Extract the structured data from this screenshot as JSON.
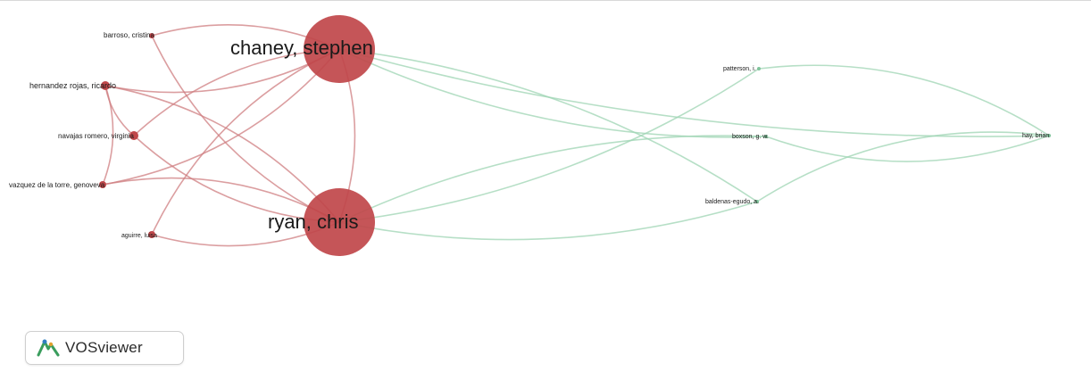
{
  "network": {
    "colors": {
      "cluster_red": "#c0474a",
      "cluster_green": "#7fc49b",
      "edge_red": "#cf7d80",
      "edge_green": "#9ed4b3"
    },
    "nodes": [
      {
        "id": "chaney",
        "label": "chaney, stephen",
        "cluster": "red",
        "weight": "major"
      },
      {
        "id": "ryan",
        "label": "ryan, chris",
        "cluster": "red",
        "weight": "major"
      },
      {
        "id": "barroso",
        "label": "barroso, cristina",
        "cluster": "red",
        "weight": "minor"
      },
      {
        "id": "hernandez",
        "label": "hernandez rojas, ricardo",
        "cluster": "red",
        "weight": "minor"
      },
      {
        "id": "navajas",
        "label": "navajas romero, virginia",
        "cluster": "red",
        "weight": "minor"
      },
      {
        "id": "vazquez",
        "label": "vazquez de la torre, genoveva",
        "cluster": "red",
        "weight": "minor"
      },
      {
        "id": "aguirre",
        "label": "aguirre, luisa",
        "cluster": "red",
        "weight": "minor"
      },
      {
        "id": "patterson",
        "label": "patterson, i.",
        "cluster": "green",
        "weight": "minor"
      },
      {
        "id": "boxson",
        "label": "boxson, g. w.",
        "cluster": "green",
        "weight": "minor"
      },
      {
        "id": "hay",
        "label": "hay, brian",
        "cluster": "green",
        "weight": "minor"
      },
      {
        "id": "baldenas",
        "label": "baldenas-egudo, a.",
        "cluster": "green",
        "weight": "minor"
      }
    ],
    "edges": [
      [
        "chaney",
        "barroso"
      ],
      [
        "chaney",
        "hernandez"
      ],
      [
        "chaney",
        "navajas"
      ],
      [
        "chaney",
        "vazquez"
      ],
      [
        "chaney",
        "aguirre"
      ],
      [
        "chaney",
        "ryan"
      ],
      [
        "chaney",
        "boxson"
      ],
      [
        "chaney",
        "baldenas"
      ],
      [
        "chaney",
        "hay"
      ],
      [
        "ryan",
        "barroso"
      ],
      [
        "ryan",
        "hernandez"
      ],
      [
        "ryan",
        "navajas"
      ],
      [
        "ryan",
        "vazquez"
      ],
      [
        "ryan",
        "aguirre"
      ],
      [
        "ryan",
        "patterson"
      ],
      [
        "ryan",
        "boxson"
      ],
      [
        "ryan",
        "baldenas"
      ],
      [
        "hernandez",
        "vazquez"
      ],
      [
        "hernandez",
        "navajas"
      ],
      [
        "patterson",
        "hay"
      ],
      [
        "boxson",
        "hay"
      ],
      [
        "baldenas",
        "hay"
      ]
    ]
  },
  "badge": {
    "logo_text": "VOSviewer",
    "icon": "vosviewer-logo-icon"
  }
}
